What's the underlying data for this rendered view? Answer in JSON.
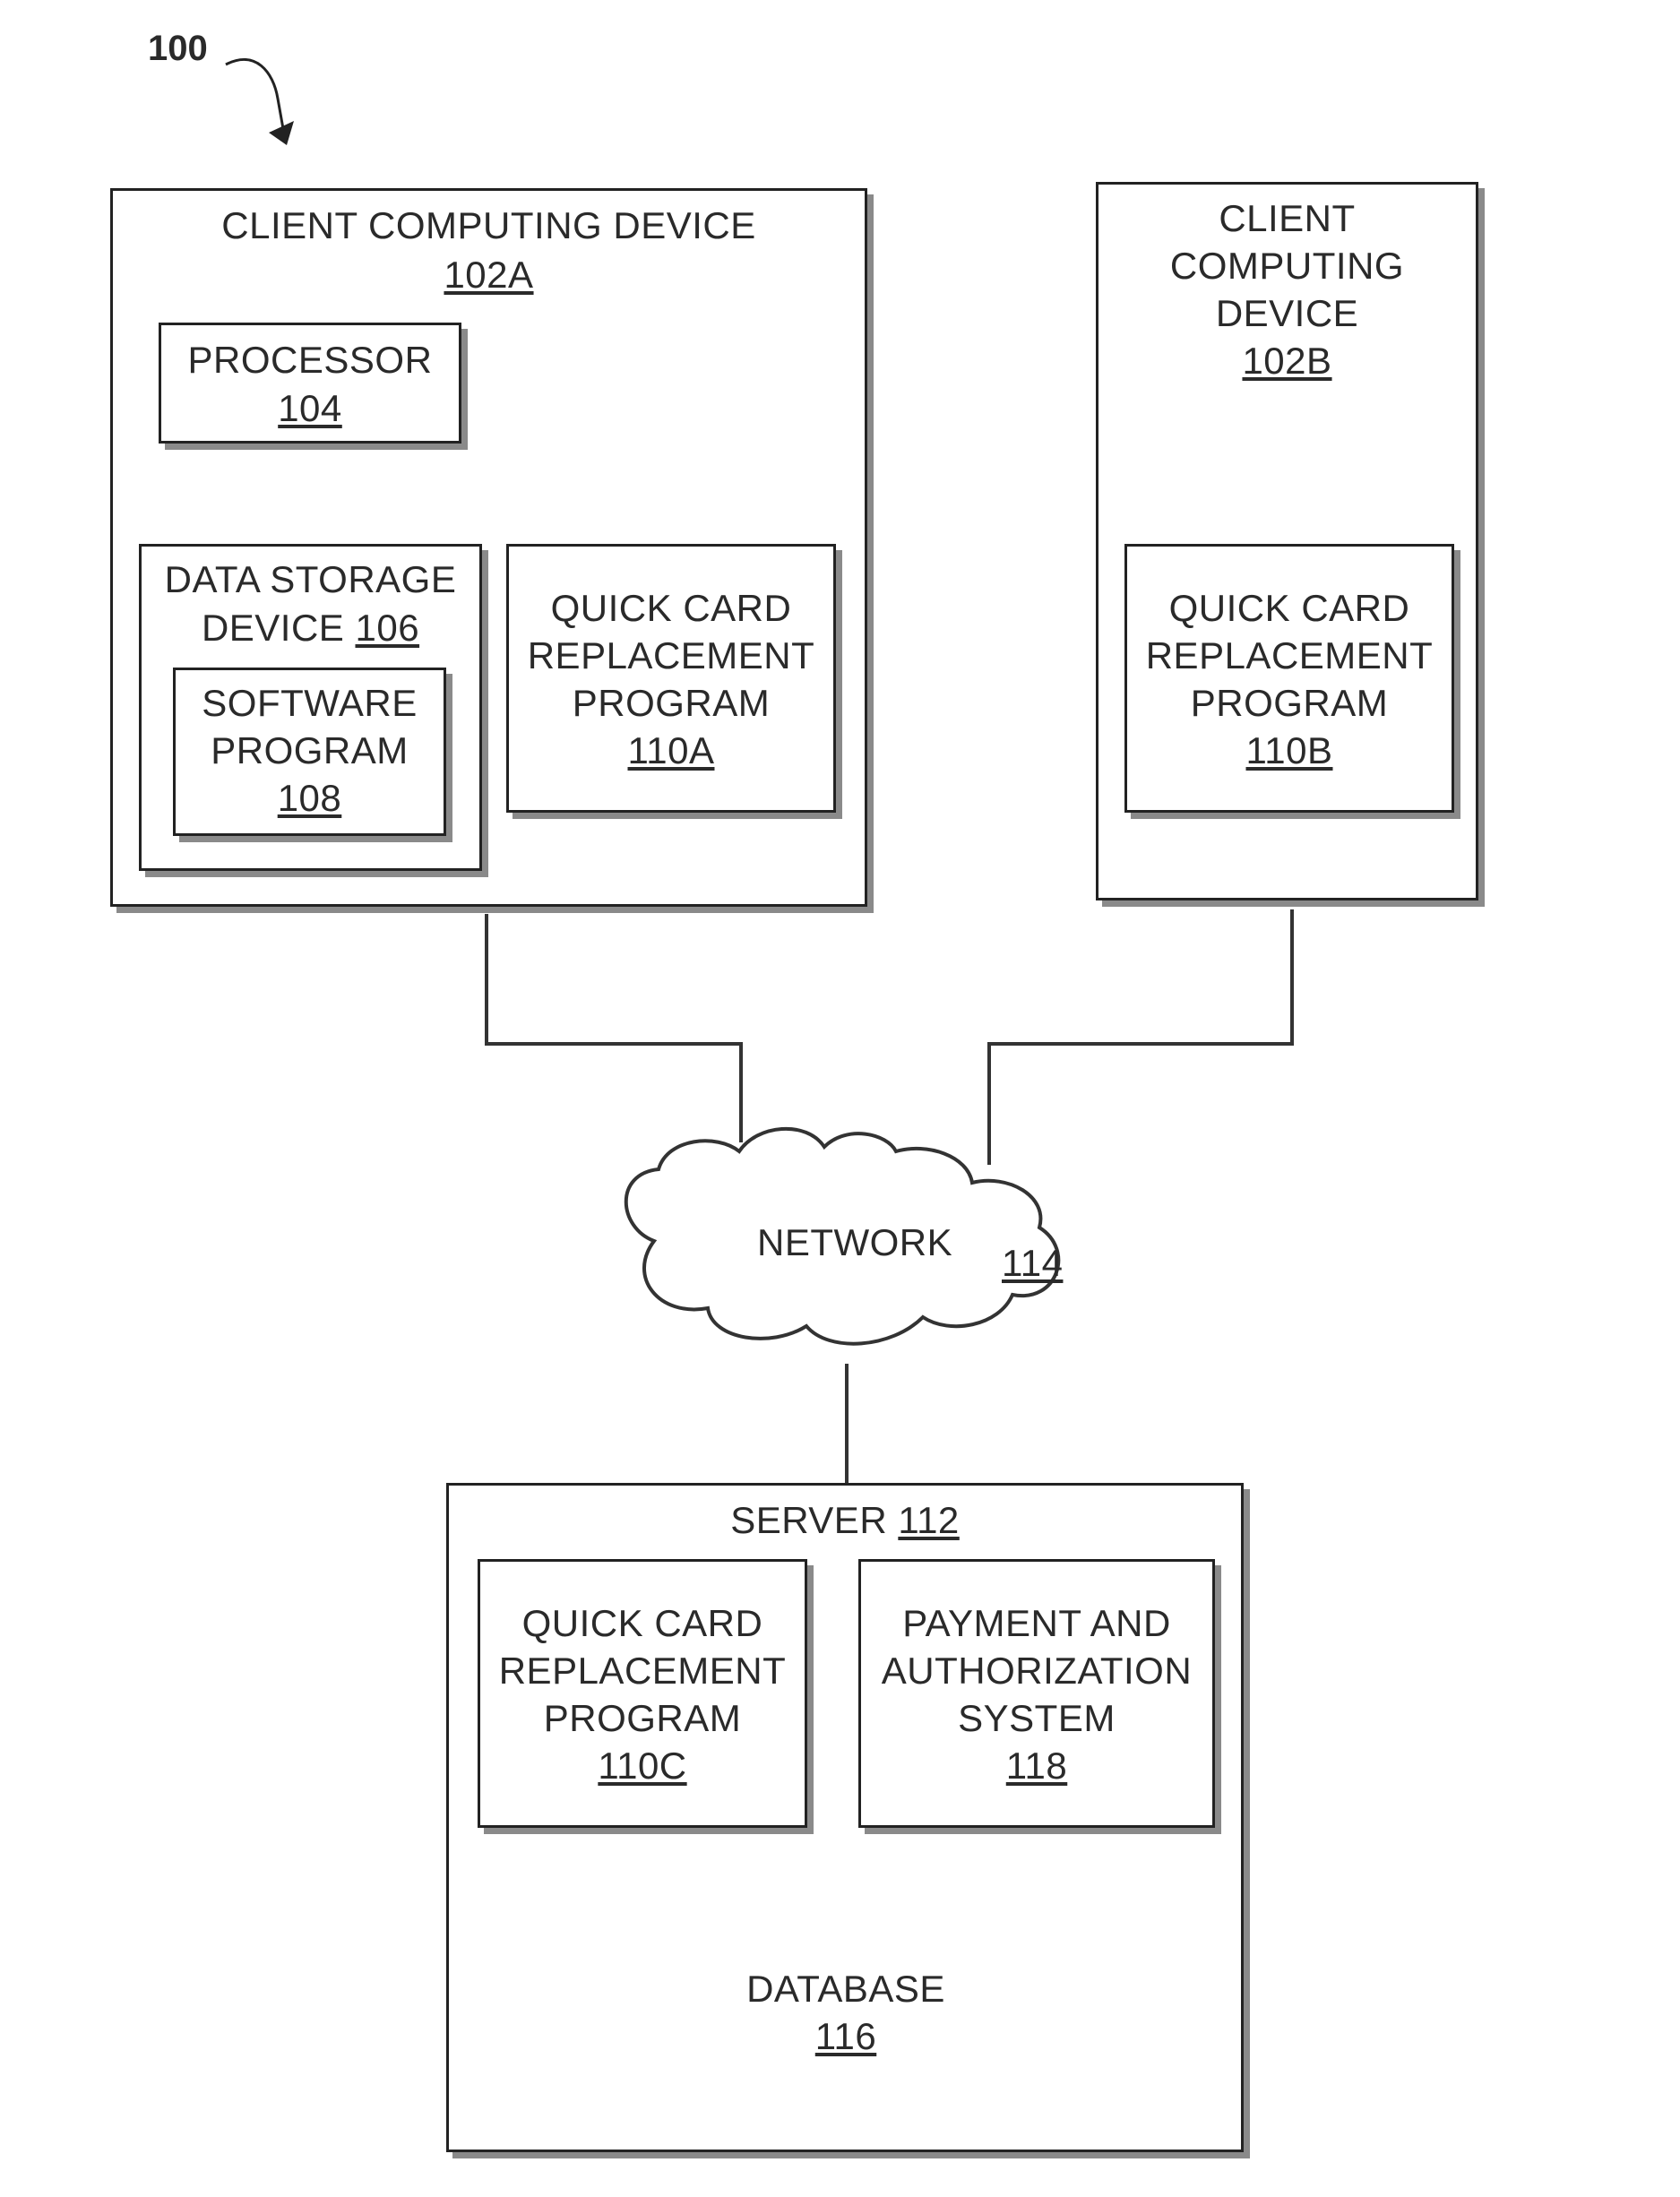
{
  "figure_ref": "100",
  "client_a": {
    "title": "CLIENT COMPUTING DEVICE",
    "ref": "102A",
    "processor": {
      "title": "PROCESSOR",
      "ref": "104"
    },
    "data_storage": {
      "title_line1": "DATA STORAGE",
      "title_line2": "DEVICE",
      "ref": "106"
    },
    "software": {
      "line1": "SOFTWARE",
      "line2": "PROGRAM",
      "ref": "108"
    },
    "qcr": {
      "line1": "QUICK CARD",
      "line2": "REPLACEMENT",
      "line3": "PROGRAM",
      "ref": "110A"
    }
  },
  "client_b": {
    "line1": "CLIENT",
    "line2": "COMPUTING",
    "line3": "DEVICE",
    "ref": "102B",
    "qcr": {
      "line1": "QUICK CARD",
      "line2": "REPLACEMENT",
      "line3": "PROGRAM",
      "ref": "110B"
    }
  },
  "network": {
    "title": "NETWORK",
    "ref": "114"
  },
  "server": {
    "title": "SERVER",
    "ref": "112",
    "qcr": {
      "line1": "QUICK CARD",
      "line2": "REPLACEMENT",
      "line3": "PROGRAM",
      "ref": "110C"
    },
    "payment": {
      "line1": "PAYMENT AND",
      "line2": "AUTHORIZATION",
      "line3": "SYSTEM",
      "ref": "118"
    },
    "database": {
      "title": "DATABASE",
      "ref": "116"
    }
  }
}
